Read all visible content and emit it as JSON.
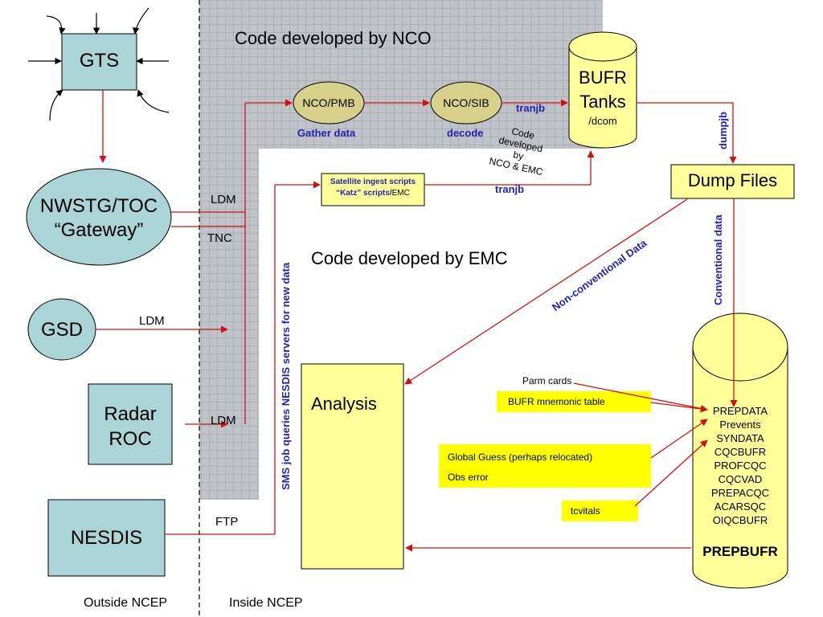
{
  "nodes": {
    "gts": "GTS",
    "nwstg_line1": "NWSTG/TOC",
    "nwstg_line2": "“Gateway”",
    "gsd": "GSD",
    "radar_line1": "Radar",
    "radar_line2": "ROC",
    "nesdis": "NESDIS",
    "nco_pmb": "NCO/PMB",
    "nco_sib": "NCO/SIB",
    "bufr_line1": "BUFR",
    "bufr_line2": "Tanks",
    "bufr_line3": "/dcom",
    "dump_files": "Dump Files",
    "satellite_line1": "Satellite ingest scripts",
    "satellite_line2a": "“Katz” scripts/",
    "satellite_line2b": "EMC",
    "analysis": "Analysis",
    "prepbufr_title": "PREPBUFR"
  },
  "sections": {
    "nco": "Code developed by NCO",
    "emc": "Code developed by EMC",
    "outside": "Outside NCEP",
    "inside": "Inside NCEP"
  },
  "labels": {
    "ldm_top": "LDM",
    "tnc": "TNC",
    "ldm_gsd": "LDM",
    "ldm_radar": "LDM",
    "ftp": "FTP",
    "gather_data": "Gather data",
    "decode": "decode",
    "tranjb_top": "tranjb",
    "tranjb_bottom": "tranjb",
    "code_dev_1": "Code",
    "code_dev_2": "developed",
    "code_dev_3": "by",
    "code_dev_4": "NCO & EMC",
    "dumpjb": "dumpjb",
    "conventional": "Conventional data",
    "non_conventional": "Non-conventional Data",
    "sms_job": "SMS job queries NESDIS servers for new data",
    "parm_cards": "Parm cards",
    "bufr_mnemonic": "BUFR mnemonic table",
    "global_guess": "Global Guess (perhaps relocated)",
    "obs_error": "Obs error",
    "tcvitals": "tcvitals"
  },
  "prepbufr_items": [
    "PREPDATA",
    "Prevents",
    "SYNDATA",
    "CQCBUFR",
    "PROFCQC",
    "CQCVAD",
    "PREPACQC",
    "ACARSQC",
    "OIQCBUFR"
  ],
  "colors": {
    "box_fill": "#aad4d6",
    "yellow_fill": "#ffff99",
    "yellow_label": "#ffff00",
    "nco_oval": "#d6d08a",
    "grid_bg": "#c0c4c8",
    "arrow_red": "#d01010",
    "label_blue": "#1f1fb4"
  }
}
